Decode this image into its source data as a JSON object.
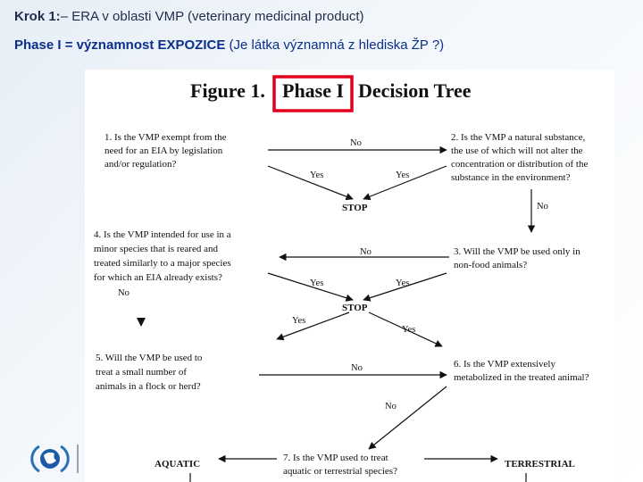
{
  "header": {
    "line1_bold": "Krok 1:",
    "line1_rest": "– ERA v oblasti VMP (veterinary medicinal product)",
    "line2_bold": "Phase I = významnost EXPOZICE",
    "line2_rest": " (Je látka významná z hlediska ŽP ?)"
  },
  "figure": {
    "title_prefix": "Figure 1.",
    "title_highlight": "Phase I",
    "title_suffix": "Decision Tree",
    "highlight_color": "#e0001b",
    "q1": [
      "1. Is the VMP exempt from the",
      "need for an EIA by legislation",
      "and/or regulation?"
    ],
    "q2": [
      "2. Is the VMP a natural substance,",
      "the use of which will not alter the",
      "concentration or distribution of the",
      "substance in the environment?"
    ],
    "q3": [
      "3. Will the VMP be used only in",
      "non-food animals?"
    ],
    "q4": [
      "4. Is the VMP intended for use in a",
      "minor species that is reared and",
      "treated similarly to a major species",
      "for which an EIA already exists?"
    ],
    "q5": [
      "5. Will the VMP be used to",
      "treat a small number of",
      "animals in a flock or herd?"
    ],
    "q6": [
      "6. Is the VMP extensively",
      "metabolized in the treated animal?"
    ],
    "q7": [
      "7. Is the VMP used to treat",
      "aquatic or terrestrial species?"
    ],
    "no": "No",
    "yes": "Yes",
    "stop": "STOP",
    "aquatic": "AQUATIC",
    "terrestrial": "TERRESTRIAL"
  }
}
